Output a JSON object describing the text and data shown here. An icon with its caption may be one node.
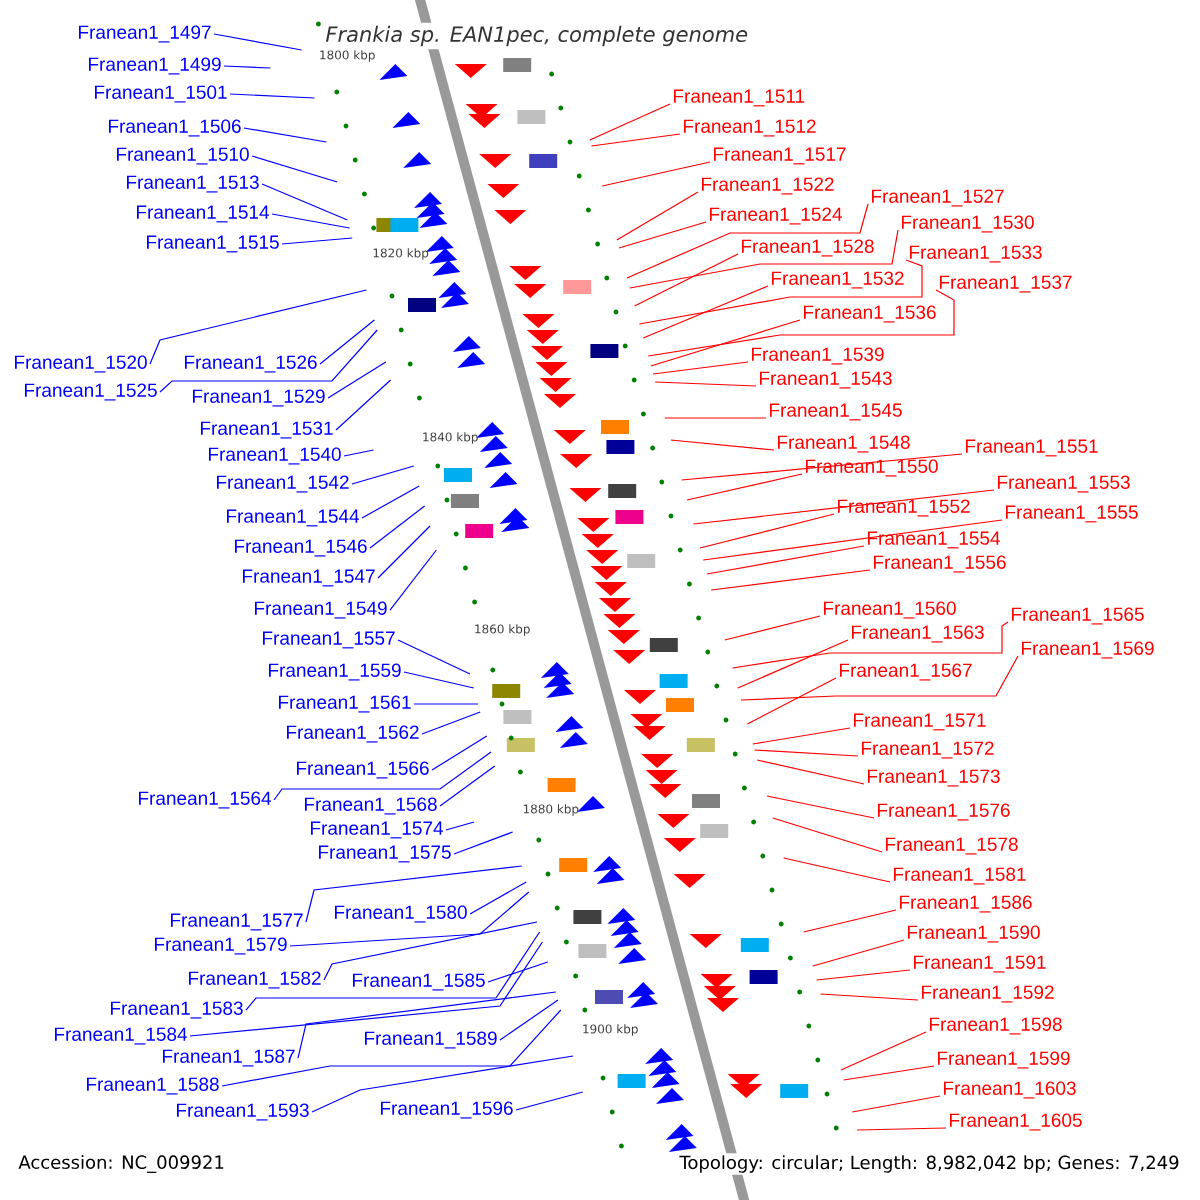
{
  "diagram": {
    "title": "Frankia sp. EAN1pec, complete genome",
    "nodes": [
      {
        "text": [
          "Franean1_1497"
        ]
      },
      {
        "text": [
          "Franean1_1499"
        ]
      },
      {
        "text": [
          "Franean1_1501"
        ]
      },
      {
        "text": [
          "Franean1_1506"
        ]
      },
      {
        "text": [
          "Franean1_1510"
        ]
      },
      {
        "text": [
          "Franean1_1513"
        ]
      },
      {
        "text": [
          "Franean1_1514"
        ]
      },
      {
        "text": [
          "Franean1_1515"
        ]
      },
      {
        "text": [
          "Franean1_1520"
        ]
      },
      {
        "text": [
          "Franean1_1526"
        ]
      },
      {
        "text": [
          "Franean1_1525"
        ]
      },
      {
        "text": [
          "Franean1_1529"
        ]
      },
      {
        "text": [
          "Franean1_1531"
        ]
      },
      {
        "text": [
          "Franean1_1540"
        ]
      },
      {
        "text": [
          "Franean1_1542"
        ]
      },
      {
        "text": [
          "Franean1_1544"
        ]
      },
      {
        "text": [
          "Franean1_1546"
        ]
      },
      {
        "text": [
          "Franean1_1547"
        ]
      },
      {
        "text": [
          "Franean1_1549"
        ]
      },
      {
        "text": [
          "Franean1_1557"
        ]
      },
      {
        "text": [
          "Franean1_1559"
        ]
      },
      {
        "text": [
          "Franean1_1561"
        ]
      },
      {
        "text": [
          "Franean1_1562"
        ]
      },
      {
        "text": [
          "Franean1_1566"
        ]
      },
      {
        "text": [
          "Franean1_1564"
        ]
      },
      {
        "text": [
          "Franean1_1568"
        ]
      },
      {
        "text": [
          "Franean1_1574"
        ]
      },
      {
        "text": [
          "Franean1_1575"
        ]
      },
      {
        "text": [
          "Franean1_1577"
        ]
      },
      {
        "text": [
          "Franean1_1580"
        ]
      },
      {
        "text": [
          "Franean1_1579"
        ]
      },
      {
        "text": [
          "Franean1_1582"
        ]
      },
      {
        "text": [
          "Franean1_1585"
        ]
      },
      {
        "text": [
          "Franean1_1583"
        ]
      },
      {
        "text": [
          "Franean1_1584"
        ]
      },
      {
        "text": [
          "Franean1_1587"
        ]
      },
      {
        "text": [
          "Franean1_1589"
        ]
      },
      {
        "text": [
          "Franean1_1588"
        ]
      },
      {
        "text": [
          "Franean1_1593"
        ]
      },
      {
        "text": [
          "Franean1_1596"
        ]
      },
      {
        "text": [
          "Franean1_1511"
        ]
      },
      {
        "text": [
          "Franean1_1512"
        ]
      },
      {
        "text": [
          "Franean1_1517"
        ]
      },
      {
        "text": [
          "Franean1_1522"
        ]
      },
      {
        "text": [
          "Franean1_1524"
        ]
      },
      {
        "text": [
          "Franean1_1527"
        ]
      },
      {
        "text": [
          "Franean1_1530"
        ]
      },
      {
        "text": [
          "Franean1_1528"
        ]
      },
      {
        "text": [
          "Franean1_1533"
        ]
      },
      {
        "text": [
          "Franean1_1532"
        ]
      },
      {
        "text": [
          "Franean1_1537"
        ]
      },
      {
        "text": [
          "Franean1_1536"
        ]
      },
      {
        "text": [
          "Franean1_1539"
        ]
      },
      {
        "text": [
          "Franean1_1543"
        ]
      },
      {
        "text": [
          "Franean1_1545"
        ]
      },
      {
        "text": [
          "Franean1_1548"
        ]
      },
      {
        "text": [
          "Franean1_1551"
        ]
      },
      {
        "text": [
          "Franean1_1550"
        ]
      },
      {
        "text": [
          "Franean1_1553"
        ]
      },
      {
        "text": [
          "Franean1_1552"
        ]
      },
      {
        "text": [
          "Franean1_1555"
        ]
      },
      {
        "text": [
          "Franean1_1554"
        ]
      },
      {
        "text": [
          "Franean1_1556"
        ]
      },
      {
        "text": [
          "Franean1_1560"
        ]
      },
      {
        "text": [
          "Franean1_1565"
        ]
      },
      {
        "text": [
          "Franean1_1563"
        ]
      },
      {
        "text": [
          "Franean1_1569"
        ]
      },
      {
        "text": [
          "Franean1_1567"
        ]
      },
      {
        "text": [
          "Franean1_1571"
        ]
      },
      {
        "text": [
          "Franean1_1572"
        ]
      },
      {
        "text": [
          "Franean1_1573"
        ]
      },
      {
        "text": [
          "Franean1_1576"
        ]
      },
      {
        "text": [
          "Franean1_1578"
        ]
      },
      {
        "text": [
          "Franean1_1581"
        ]
      },
      {
        "text": [
          "Franean1_1586"
        ]
      },
      {
        "text": [
          "Franean1_1590"
        ]
      },
      {
        "text": [
          "Franean1_1591"
        ]
      },
      {
        "text": [
          "Franean1_1592"
        ]
      },
      {
        "text": [
          "Franean1_1598"
        ]
      },
      {
        "text": [
          "Franean1_1599"
        ]
      },
      {
        "text": [
          "Franean1_1603"
        ]
      },
      {
        "text": [
          "Franean1_1605"
        ]
      }
    ],
    "edges": [
      {
        "from": 0,
        "to": null,
        "arrow": "none",
        "color": "#0000ff"
      },
      {
        "from": 1,
        "to": null,
        "arrow": "none",
        "color": "#0000ff"
      },
      {
        "from": 2,
        "to": null,
        "arrow": "none",
        "color": "#0000ff"
      },
      {
        "from": 3,
        "to": null,
        "arrow": "none",
        "color": "#0000ff"
      },
      {
        "from": 4,
        "to": null,
        "arrow": "none",
        "color": "#0000ff"
      },
      {
        "from": 5,
        "to": null,
        "arrow": "none",
        "color": "#0000ff"
      },
      {
        "from": 6,
        "to": null,
        "arrow": "none",
        "color": "#0000ff"
      },
      {
        "from": 7,
        "to": null,
        "arrow": "none",
        "color": "#0000ff"
      },
      {
        "from": 8,
        "to": null,
        "arrow": "none",
        "color": "#0000ff"
      },
      {
        "from": 9,
        "to": null,
        "arrow": "none",
        "color": "#0000ff"
      },
      {
        "from": 10,
        "to": null,
        "arrow": "none",
        "color": "#0000ff"
      },
      {
        "from": 11,
        "to": null,
        "arrow": "none",
        "color": "#0000ff"
      },
      {
        "from": 12,
        "to": null,
        "arrow": "none",
        "color": "#0000ff"
      },
      {
        "from": 13,
        "to": null,
        "arrow": "none",
        "color": "#0000ff"
      },
      {
        "from": 14,
        "to": null,
        "arrow": "none",
        "color": "#0000ff"
      },
      {
        "from": 15,
        "to": null,
        "arrow": "none",
        "color": "#0000ff"
      },
      {
        "from": 16,
        "to": null,
        "arrow": "none",
        "color": "#0000ff"
      },
      {
        "from": 17,
        "to": null,
        "arrow": "none",
        "color": "#0000ff"
      },
      {
        "from": 18,
        "to": null,
        "arrow": "none",
        "color": "#0000ff"
      },
      {
        "from": 19,
        "to": null,
        "arrow": "none",
        "color": "#0000ff"
      },
      {
        "from": 20,
        "to": null,
        "arrow": "none",
        "color": "#0000ff"
      },
      {
        "from": 21,
        "to": null,
        "arrow": "none",
        "color": "#0000ff"
      },
      {
        "from": 22,
        "to": null,
        "arrow": "none",
        "color": "#0000ff"
      },
      {
        "from": 23,
        "to": null,
        "arrow": "none",
        "color": "#0000ff"
      },
      {
        "from": 24,
        "to": null,
        "arrow": "none",
        "color": "#0000ff"
      },
      {
        "from": 25,
        "to": null,
        "arrow": "none",
        "color": "#0000ff"
      },
      {
        "from": 26,
        "to": null,
        "arrow": "none",
        "color": "#0000ff"
      },
      {
        "from": 27,
        "to": null,
        "arrow": "none",
        "color": "#0000ff"
      },
      {
        "from": 28,
        "to": null,
        "arrow": "none",
        "color": "#0000ff"
      },
      {
        "from": 29,
        "to": null,
        "arrow": "none",
        "color": "#0000ff"
      },
      {
        "from": 30,
        "to": null,
        "arrow": "none",
        "color": "#0000ff"
      },
      {
        "from": 31,
        "to": null,
        "arrow": "none",
        "color": "#0000ff"
      },
      {
        "from": 32,
        "to": null,
        "arrow": "none",
        "color": "#0000ff"
      },
      {
        "from": 33,
        "to": null,
        "arrow": "none",
        "color": "#0000ff"
      },
      {
        "from": 34,
        "to": null,
        "arrow": "none",
        "color": "#0000ff"
      },
      {
        "from": 35,
        "to": null,
        "arrow": "none",
        "color": "#0000ff"
      },
      {
        "from": 36,
        "to": null,
        "arrow": "none",
        "color": "#0000ff"
      },
      {
        "from": 37,
        "to": null,
        "arrow": "none",
        "color": "#0000ff"
      },
      {
        "from": 38,
        "to": null,
        "arrow": "none",
        "color": "#0000ff"
      },
      {
        "from": 39,
        "to": null,
        "arrow": "none",
        "color": "#0000ff"
      },
      {
        "from": 40,
        "to": null,
        "arrow": "none"
      },
      {
        "from": 41,
        "to": null,
        "arrow": "none"
      },
      {
        "from": 42,
        "to": null,
        "arrow": "none"
      },
      {
        "from": 43,
        "to": null,
        "arrow": "none"
      },
      {
        "from": 44,
        "to": null,
        "arrow": "none"
      },
      {
        "from": 45,
        "to": null,
        "arrow": "none"
      },
      {
        "from": 46,
        "to": null,
        "arrow": "none"
      },
      {
        "from": 47,
        "to": null,
        "arrow": "none"
      },
      {
        "from": 48,
        "to": null,
        "arrow": "none"
      },
      {
        "from": 49,
        "to": null,
        "arrow": "none"
      },
      {
        "from": 50,
        "to": null,
        "arrow": "none"
      },
      {
        "from": 51,
        "to": null,
        "arrow": "none"
      },
      {
        "from": 52,
        "to": null,
        "arrow": "none"
      },
      {
        "from": 53,
        "to": null,
        "arrow": "none"
      },
      {
        "from": 54,
        "to": null,
        "arrow": "none"
      },
      {
        "from": 55,
        "to": null,
        "arrow": "none"
      },
      {
        "from": 56,
        "to": null,
        "arrow": "none"
      },
      {
        "from": 57,
        "to": null,
        "arrow": "none"
      },
      {
        "from": 58,
        "to": null,
        "arrow": "none"
      },
      {
        "from": 59,
        "to": null,
        "arrow": "none"
      },
      {
        "from": 60,
        "to": null,
        "arrow": "none"
      },
      {
        "from": 61,
        "to": null,
        "arrow": "none"
      },
      {
        "from": 62,
        "to": null,
        "arrow": "none"
      },
      {
        "from": 63,
        "to": null,
        "arrow": "none"
      },
      {
        "from": 64,
        "to": null,
        "arrow": "none"
      },
      {
        "from": 65,
        "to": null,
        "arrow": "none"
      },
      {
        "from": 66,
        "to": null,
        "arrow": "none"
      },
      {
        "from": 67,
        "to": null,
        "arrow": "none"
      },
      {
        "from": 68,
        "to": null,
        "arrow": "none"
      },
      {
        "from": 69,
        "to": null,
        "arrow": "none"
      },
      {
        "from": 70,
        "to": null,
        "arrow": "none"
      },
      {
        "from": 71,
        "to": null,
        "arrow": "none"
      },
      {
        "from": 72,
        "to": null,
        "arrow": "none"
      },
      {
        "from": 73,
        "to": null,
        "arrow": "none"
      },
      {
        "from": 74,
        "to": null,
        "arrow": "none"
      },
      {
        "from": 75,
        "to": null,
        "arrow": "none"
      },
      {
        "from": 76,
        "to": null,
        "arrow": "none"
      },
      {
        "from": 77,
        "to": null,
        "arrow": "none"
      },
      {
        "from": 78,
        "to": null,
        "arrow": "none"
      },
      {
        "from": 79,
        "to": null,
        "arrow": "none"
      },
      {
        "from": 80,
        "to": null,
        "arrow": "none"
      },
      {
        "from": 81,
        "to": null,
        "arrow": "none"
      }
    ],
    "labels": [
      "1800 kbp",
      "1820 kbp",
      "1840 kbp",
      "1860 kbp",
      "1880 kbp",
      "1900 kbp",
      "Accession: NC_009921",
      "Topology: circular; Length: 8,982,042 bp; Genes: 7,249"
    ]
  }
}
